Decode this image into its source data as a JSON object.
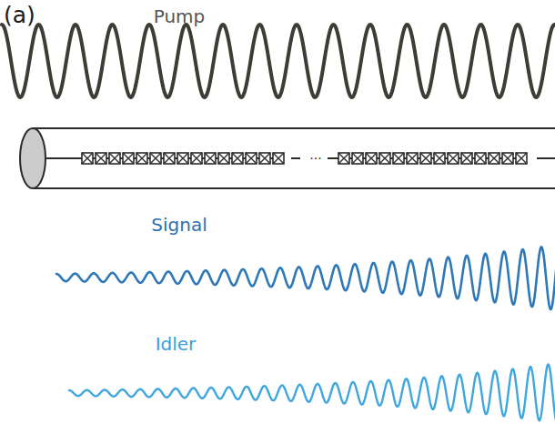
{
  "diagram": {
    "labels": [
      "(a)",
      "Pump",
      "···",
      "Signal",
      "Idler"
    ]
  }
}
